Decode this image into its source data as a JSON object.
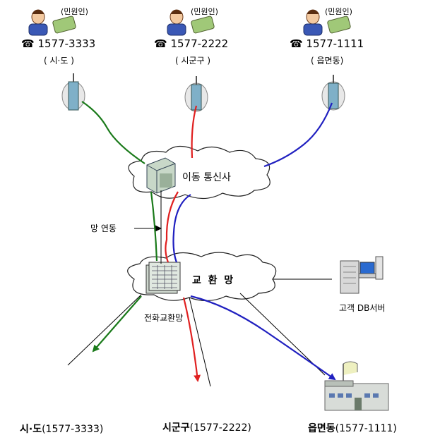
{
  "callers": [
    {
      "tag": "(민원인)",
      "phone_icon": "☎",
      "phone": "1577-3333",
      "area": "( 시·도 )"
    },
    {
      "tag": "(민원인)",
      "phone_icon": "☎",
      "phone": "1577-2222",
      "area": "( 시군구 )"
    },
    {
      "tag": "(민원인)",
      "phone_icon": "☎",
      "phone": "1577-1111",
      "area": "( 읍면동)"
    }
  ],
  "mobile_carrier": "이동 통신사",
  "interconnect": "망 연동",
  "exchange_network": "교  환  망",
  "phone_switch": "전화교환망",
  "customer_db": "고객 DB서버",
  "destinations": [
    {
      "name": "시·도",
      "number": "(1577-3333)"
    },
    {
      "name": "시군구",
      "number": "(1577-2222)"
    },
    {
      "name": "읍면동",
      "number": "(1577-1111)"
    }
  ],
  "colors": {
    "sido": "#1a7a1a",
    "sigungu": "#e02020",
    "eupmyeondong": "#2020c0",
    "line": "#000000"
  }
}
